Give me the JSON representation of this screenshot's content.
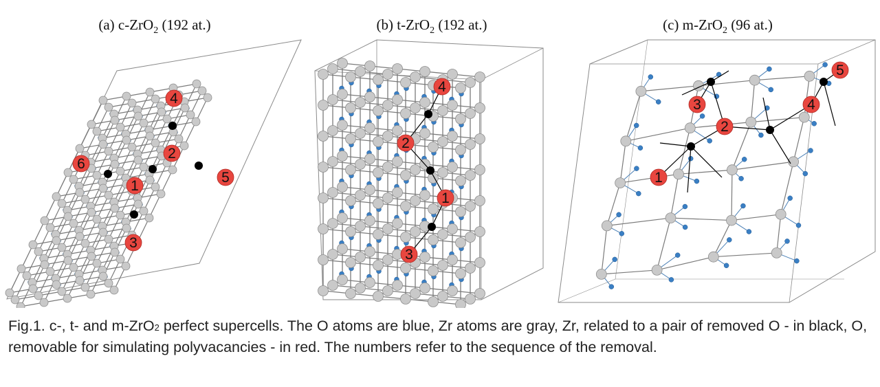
{
  "panels": [
    {
      "id": "a",
      "prefix": "(a) c-ZrO",
      "sub": "2",
      "suffix": " (192 at.)",
      "labels": [
        "1",
        "2",
        "3",
        "4",
        "5",
        "6"
      ]
    },
    {
      "id": "b",
      "prefix": "(b) t-ZrO",
      "sub": "2",
      "suffix": " (192 at.)",
      "labels": [
        "1",
        "2",
        "3",
        "4"
      ]
    },
    {
      "id": "c",
      "prefix": "(c) m-ZrO",
      "sub": "2",
      "suffix": " (96 at.)",
      "labels": [
        "1",
        "2",
        "3",
        "4",
        "5"
      ]
    }
  ],
  "caption": {
    "part1": "Fig.1. c-, t- and m-ZrO",
    "sub": "2",
    "part2": " perfect supercells. The O atoms are blue, Zr atoms are gray, Zr, related to a pair of removed O - in black, O, removable for simulating polyvacancies - in red. The numbers refer to the sequence of the removal."
  },
  "colors": {
    "o_atom": "#3a7fc4",
    "zr_atom": "#c9c9c9",
    "zr_special": "#000000",
    "removable_o": "#e8463f",
    "bond": "#7a7a7a"
  }
}
